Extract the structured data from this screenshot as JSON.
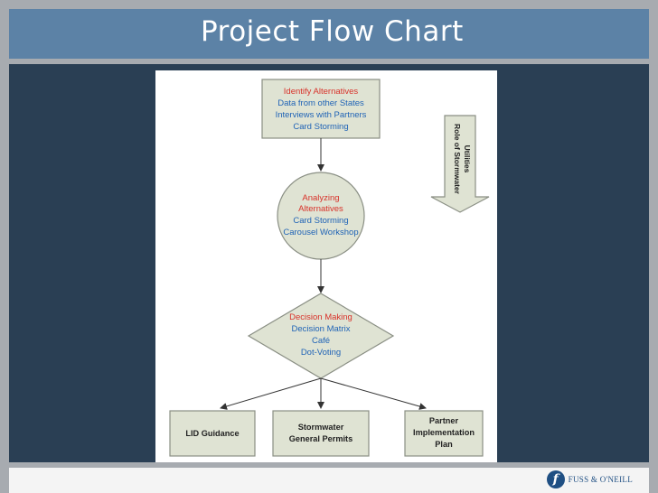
{
  "slide": {
    "title": "Project Flow Chart"
  },
  "diagram": {
    "identify": {
      "heading": "Identify Alternatives",
      "items": [
        "Data from other States",
        "Interviews with Partners",
        "Card Storming"
      ]
    },
    "analyze": {
      "heading": [
        "Analyzing",
        "Alternatives"
      ],
      "items": [
        "Card Storming",
        "Carousel Workshop"
      ]
    },
    "decide": {
      "heading": "Decision Making",
      "items": [
        "Decision Matrix",
        "Café",
        "Dot-Voting"
      ]
    },
    "outcomes": [
      {
        "lines": [
          "LID Guidance"
        ]
      },
      {
        "lines": [
          "Stormwater",
          "General Permits"
        ]
      },
      {
        "lines": [
          "Partner",
          "Implementation",
          "Plan"
        ]
      }
    ],
    "side_arrow": {
      "lines": [
        "Role of Stormwater",
        "Utilities"
      ]
    },
    "colors": {
      "shape_fill": "#dfe3d3",
      "shape_stroke": "#8a8f84",
      "heading_red": "#d8322a",
      "item_blue": "#1f63b6"
    }
  },
  "footer": {
    "logo_mark": "f",
    "logo_text": "FUSS & O'NEILL"
  }
}
